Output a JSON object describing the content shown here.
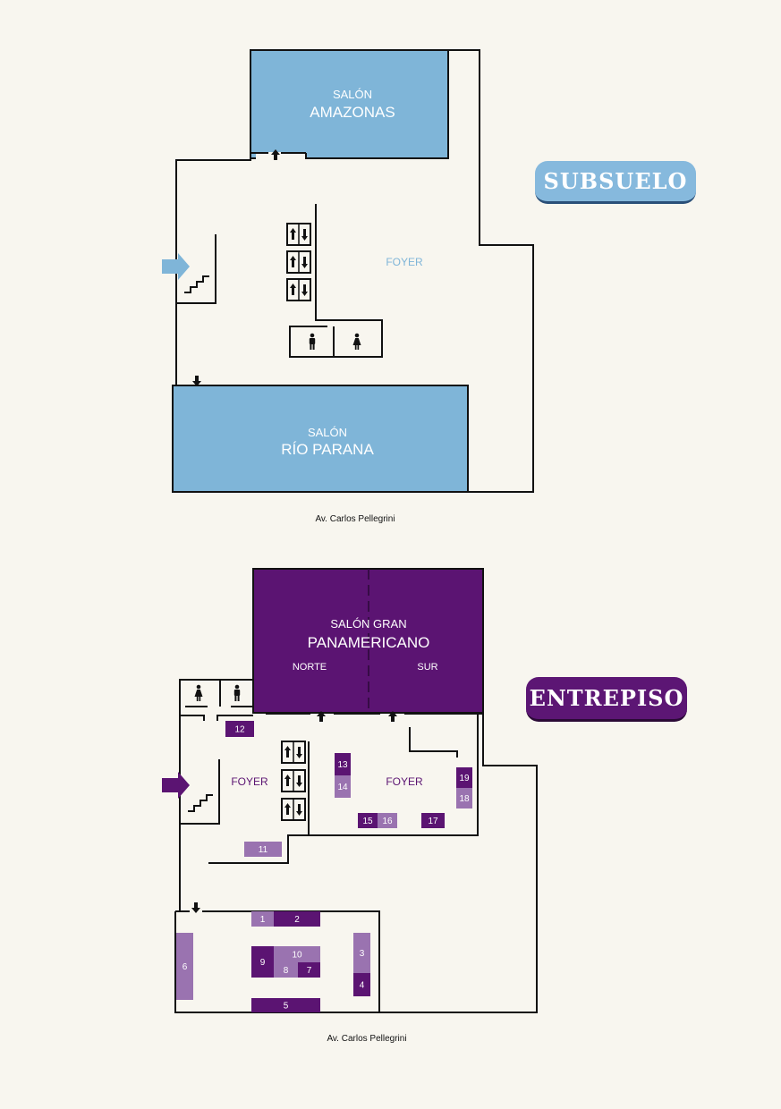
{
  "colors": {
    "background": "#f8f6ef",
    "subsuelo_room": "#7fb5d8",
    "entrepiso_room": "#5b1472",
    "booth_dark": "#5b1472",
    "booth_light": "#9a73b0",
    "wall": "#111111"
  },
  "subsuelo": {
    "badge": "SUBSUELO",
    "salon_amazonas": {
      "line1": "SALÓN",
      "line2": "AMAZONAS"
    },
    "salon_rio_parana": {
      "line1": "SALÓN",
      "line2": "RÍO PARANA"
    },
    "foyer": "FOYER",
    "street": "Av. Carlos Pellegrini",
    "icons": [
      "entrance-arrow-icon",
      "stairs-icon",
      "elevator-icon",
      "male-restroom-icon",
      "female-restroom-icon",
      "direction-arrow-icon"
    ]
  },
  "entrepiso": {
    "badge": "ENTREPISO",
    "salon_gran": {
      "line1": "SALÓN GRAN",
      "line2": "PANAMERICANO",
      "norte": "NORTE",
      "sur": "SUR"
    },
    "foyer_left": "FOYER",
    "foyer_right": "FOYER",
    "street": "Av. Carlos Pellegrini",
    "booths": [
      {
        "id": "1",
        "shade": "light"
      },
      {
        "id": "2",
        "shade": "dark"
      },
      {
        "id": "3",
        "shade": "light"
      },
      {
        "id": "4",
        "shade": "dark"
      },
      {
        "id": "5",
        "shade": "dark"
      },
      {
        "id": "6",
        "shade": "light"
      },
      {
        "id": "7",
        "shade": "dark"
      },
      {
        "id": "8",
        "shade": "light"
      },
      {
        "id": "9",
        "shade": "dark"
      },
      {
        "id": "10",
        "shade": "light"
      },
      {
        "id": "11",
        "shade": "light"
      },
      {
        "id": "12",
        "shade": "dark"
      },
      {
        "id": "13",
        "shade": "dark"
      },
      {
        "id": "14",
        "shade": "light"
      },
      {
        "id": "15",
        "shade": "dark"
      },
      {
        "id": "16",
        "shade": "light"
      },
      {
        "id": "17",
        "shade": "dark"
      },
      {
        "id": "18",
        "shade": "light"
      },
      {
        "id": "19",
        "shade": "dark"
      }
    ]
  }
}
